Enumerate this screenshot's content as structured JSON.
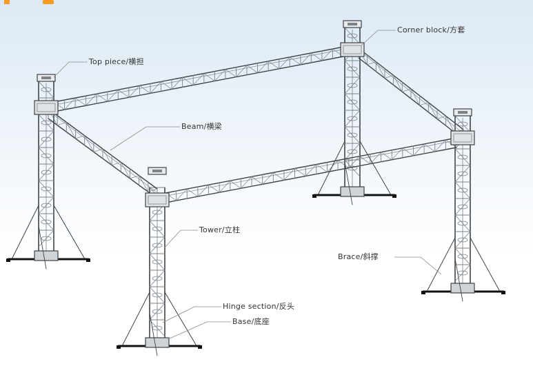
{
  "labels": {
    "top_piece": "Top piece/横担",
    "corner_block": "Corner block/方套",
    "beam": "Beam/横梁",
    "tower": "Tower/立柱",
    "brace": "Brace/斜撑",
    "hinge_section": "Hinge section/反头",
    "base": "Base/底座"
  },
  "colors": {
    "truss": "#7c8288",
    "truss_dark": "#3e4348",
    "base_bar": "#111111",
    "leader": "#8a8a8a",
    "accent": "#f59a23"
  }
}
